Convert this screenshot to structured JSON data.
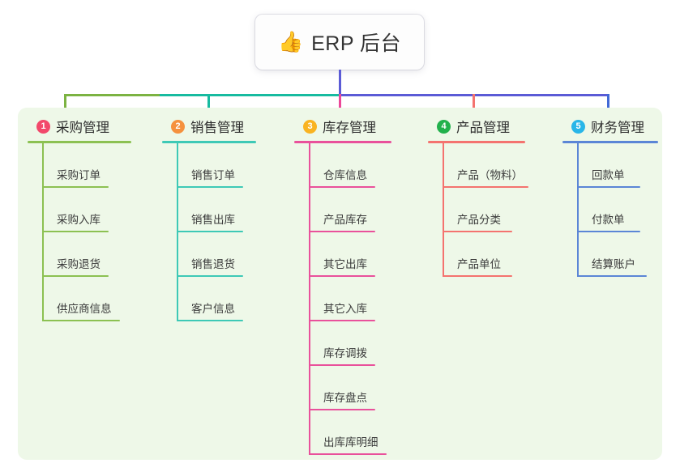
{
  "root": {
    "icon": "thumbs-up-icon",
    "icon_glyph": "👍",
    "title": "ERP 后台"
  },
  "panel": {
    "background_color": "#eef8e8"
  },
  "connectors": {
    "stem_color": "#5b5bd6",
    "segment_colors": [
      "#7cb342",
      "#17bba0",
      "#5b5bd6"
    ],
    "drop_colors": [
      "#7cb342",
      "#17bba0",
      "#ec4899",
      "#f4736f",
      "#4169d6"
    ]
  },
  "columns": [
    {
      "index": "1",
      "title": "采购管理",
      "badge_color": "#f2496b",
      "line_color": "#8cc152",
      "rule_width": 128,
      "items": [
        {
          "label": "采购订单",
          "rule_width": 82
        },
        {
          "label": "采购入库",
          "rule_width": 82
        },
        {
          "label": "采购退货",
          "rule_width": 82
        },
        {
          "label": "供应商信息",
          "rule_width": 96
        }
      ]
    },
    {
      "index": "2",
      "title": "销售管理",
      "badge_color": "#f5913e",
      "line_color": "#3ec9b6",
      "rule_width": 116,
      "items": [
        {
          "label": "销售订单",
          "rule_width": 82
        },
        {
          "label": "销售出库",
          "rule_width": 82
        },
        {
          "label": "销售退货",
          "rule_width": 82
        },
        {
          "label": "客户信息",
          "rule_width": 82
        }
      ]
    },
    {
      "index": "3",
      "title": "库存管理",
      "badge_color": "#f9b321",
      "line_color": "#e9519b",
      "rule_width": 120,
      "items": [
        {
          "label": "仓库信息",
          "rule_width": 82
        },
        {
          "label": "产品库存",
          "rule_width": 82
        },
        {
          "label": "其它出库",
          "rule_width": 82
        },
        {
          "label": "其它入库",
          "rule_width": 82
        },
        {
          "label": "库存调拨",
          "rule_width": 82
        },
        {
          "label": "库存盘点",
          "rule_width": 82
        },
        {
          "label": "出库库明细",
          "rule_width": 96
        }
      ]
    },
    {
      "index": "4",
      "title": "产品管理",
      "badge_color": "#22b14c",
      "line_color": "#f4736f",
      "rule_width": 120,
      "items": [
        {
          "label": "产品（物料）",
          "rule_width": 106
        },
        {
          "label": "产品分类",
          "rule_width": 86
        },
        {
          "label": "产品单位",
          "rule_width": 86
        }
      ]
    },
    {
      "index": "5",
      "title": "财务管理",
      "badge_color": "#29b6e8",
      "line_color": "#5b86d6",
      "rule_width": 118,
      "items": [
        {
          "label": "回款单",
          "rule_width": 78
        },
        {
          "label": "付款单",
          "rule_width": 78
        },
        {
          "label": "结算账户",
          "rule_width": 86
        }
      ]
    }
  ]
}
